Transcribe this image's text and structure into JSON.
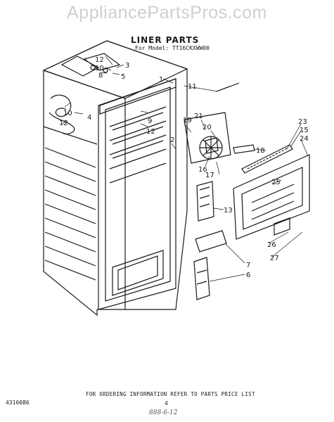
{
  "watermark": "AppliancePartsPros.com",
  "title": "LINER PARTS",
  "model": "For Model: TT16CKXWW00",
  "footer": {
    "doc_number": "4316086",
    "ordering_note": "FOR ORDERING INFORMATION REFER TO PARTS PRICE LIST",
    "page": "4",
    "handwritten": "888-6-12"
  },
  "callouts": [
    {
      "id": "c12a",
      "label": "12"
    },
    {
      "id": "c10a",
      "label": "10"
    },
    {
      "id": "c8",
      "label": "8"
    },
    {
      "id": "c5",
      "label": "5"
    },
    {
      "id": "c3",
      "label": "3"
    },
    {
      "id": "c4",
      "label": "4"
    },
    {
      "id": "c10b",
      "label": "10"
    },
    {
      "id": "c12b",
      "label": "12"
    },
    {
      "id": "c11",
      "label": "11"
    },
    {
      "id": "c1",
      "label": "1"
    },
    {
      "id": "c9",
      "label": "9"
    },
    {
      "id": "c12c",
      "label": "12"
    },
    {
      "id": "c2",
      "label": "2"
    },
    {
      "id": "c19",
      "label": "19"
    },
    {
      "id": "c21",
      "label": "21"
    },
    {
      "id": "c20",
      "label": "20"
    },
    {
      "id": "c18",
      "label": "18"
    },
    {
      "id": "c16",
      "label": "16"
    },
    {
      "id": "c17",
      "label": "17"
    },
    {
      "id": "c23",
      "label": "23"
    },
    {
      "id": "c15",
      "label": "15"
    },
    {
      "id": "c24",
      "label": "24"
    },
    {
      "id": "c25",
      "label": "25"
    },
    {
      "id": "c13",
      "label": "13"
    },
    {
      "id": "c26",
      "label": "26"
    },
    {
      "id": "c27",
      "label": "27"
    },
    {
      "id": "c7",
      "label": "7"
    },
    {
      "id": "c6",
      "label": "6"
    }
  ]
}
